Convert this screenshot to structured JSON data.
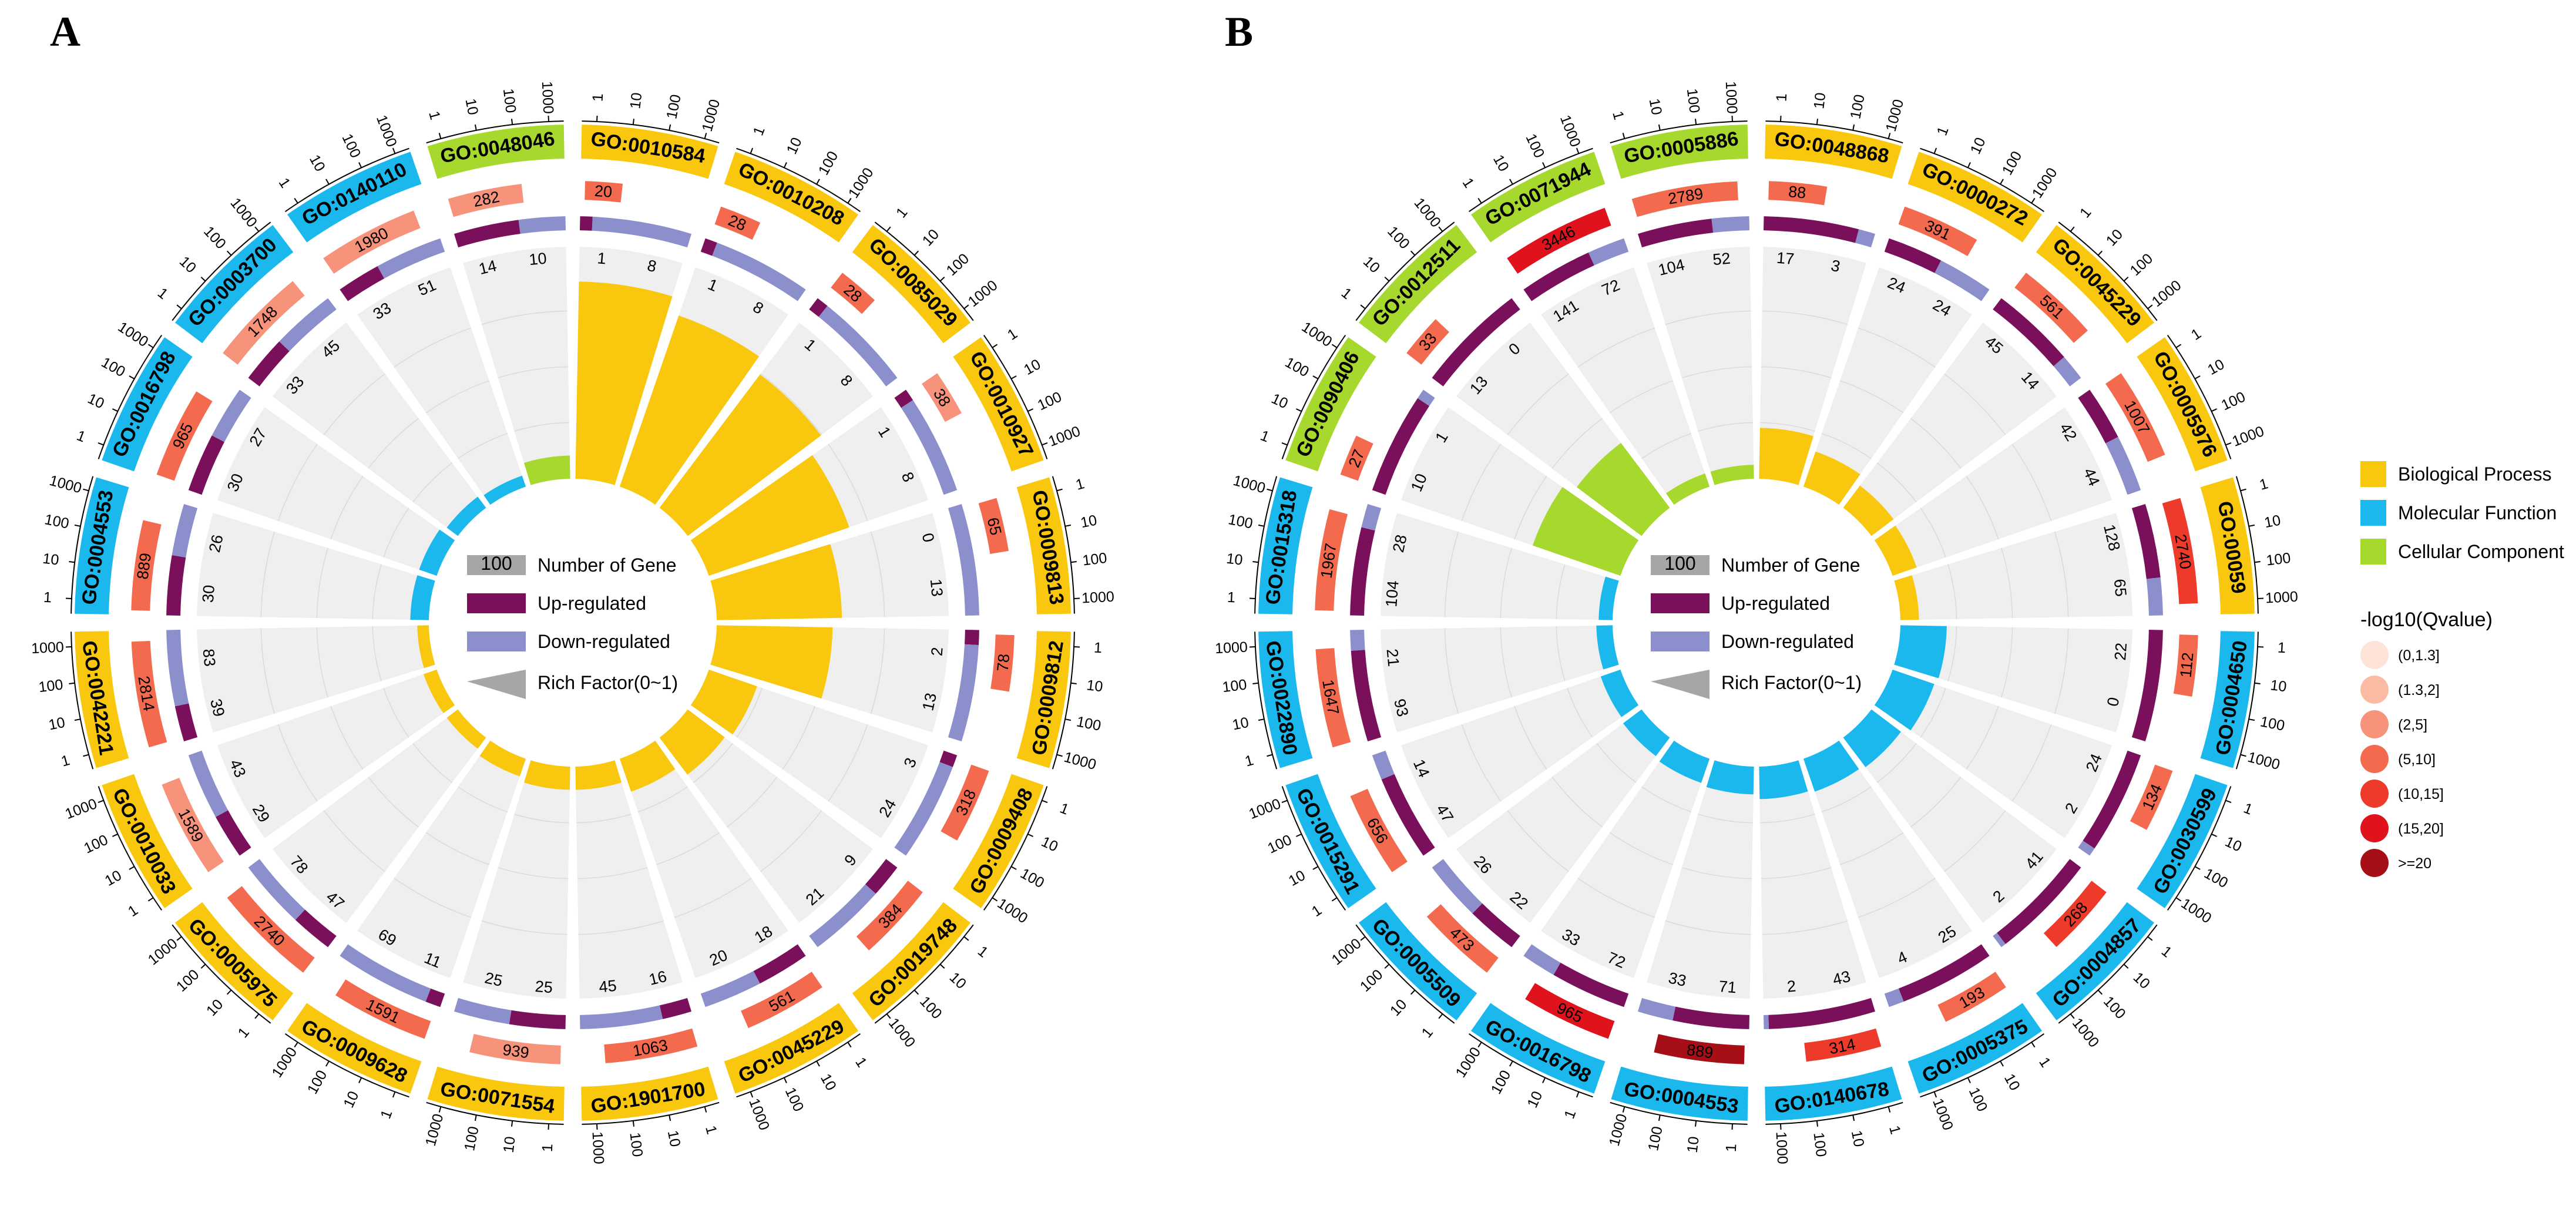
{
  "chart_data": [
    {
      "panel": "A",
      "type": "circular-bar",
      "legend_center": {
        "gene_box_value": "100",
        "items": [
          "Number of Gene",
          "Up-regulated",
          "Down-regulated",
          "Rich Factor(0~1)"
        ]
      },
      "categories": [
        {
          "term": "GO:0010584",
          "ontology": "Biological Process",
          "gene_number": "20",
          "qvalue_class": "(5,10]",
          "up": 1,
          "down": 8,
          "rich_factor": 0.85
        },
        {
          "term": "GO:0010208",
          "ontology": "Biological Process",
          "gene_number": "28",
          "qvalue_class": "(5,10]",
          "up": 1,
          "down": 8,
          "rich_factor": 0.78
        },
        {
          "term": "GO:0085029",
          "ontology": "Biological Process",
          "gene_number": "28",
          "qvalue_class": "(5,10]",
          "up": 1,
          "down": 8,
          "rich_factor": 0.72
        },
        {
          "term": "GO:0010927",
          "ontology": "Biological Process",
          "gene_number": "38",
          "qvalue_class": "(2,5]",
          "up": 1,
          "down": 8,
          "rich_factor": 0.64
        },
        {
          "term": "GO:0009813",
          "ontology": "Biological Process",
          "gene_number": "65",
          "qvalue_class": "(5,10]",
          "up": 0,
          "down": 13,
          "rich_factor": 0.54
        },
        {
          "term": "GO:0009812",
          "ontology": "Biological Process",
          "gene_number": "78",
          "qvalue_class": "(5,10]",
          "up": 2,
          "down": 13,
          "rich_factor": 0.5
        },
        {
          "term": "GO:0009408",
          "ontology": "Biological Process",
          "gene_number": "318",
          "qvalue_class": "(5,10]",
          "up": 3,
          "down": 24,
          "rich_factor": 0.22
        },
        {
          "term": "GO:0019748",
          "ontology": "Biological Process",
          "gene_number": "384",
          "qvalue_class": "(5,10]",
          "up": 9,
          "down": 21,
          "rich_factor": 0.2
        },
        {
          "term": "GO:0045229",
          "ontology": "Biological Process",
          "gene_number": "561",
          "qvalue_class": "(5,10]",
          "up": 18,
          "down": 20,
          "rich_factor": 0.15
        },
        {
          "term": "GO:1901700",
          "ontology": "Biological Process",
          "gene_number": "1063",
          "qvalue_class": "(5,10]",
          "up": 16,
          "down": 45,
          "rich_factor": 0.1
        },
        {
          "term": "GO:0071554",
          "ontology": "Biological Process",
          "gene_number": "939",
          "qvalue_class": "(2,5]",
          "up": 25,
          "down": 25,
          "rich_factor": 0.1
        },
        {
          "term": "GO:0009628",
          "ontology": "Biological Process",
          "gene_number": "1591",
          "qvalue_class": "(5,10]",
          "up": 11,
          "down": 69,
          "rich_factor": 0.08
        },
        {
          "term": "GO:0005975",
          "ontology": "Biological Process",
          "gene_number": "2740",
          "qvalue_class": "(5,10]",
          "up": 47,
          "down": 78,
          "rich_factor": 0.06
        },
        {
          "term": "GO:0010033",
          "ontology": "Biological Process",
          "gene_number": "1589",
          "qvalue_class": "(2,5]",
          "up": 29,
          "down": 43,
          "rich_factor": 0.06
        },
        {
          "term": "GO:0042221",
          "ontology": "Biological Process",
          "gene_number": "2814",
          "qvalue_class": "(5,10]",
          "up": 39,
          "down": 83,
          "rich_factor": 0.05
        },
        {
          "term": "GO:0004553",
          "ontology": "Molecular Function",
          "gene_number": "889",
          "qvalue_class": "(5,10]",
          "up": 30,
          "down": 26,
          "rich_factor": 0.08
        },
        {
          "term": "GO:0016798",
          "ontology": "Molecular Function",
          "gene_number": "965",
          "qvalue_class": "(5,10]",
          "up": 30,
          "down": 27,
          "rich_factor": 0.08
        },
        {
          "term": "GO:0003700",
          "ontology": "Molecular Function",
          "gene_number": "1748",
          "qvalue_class": "(2,5]",
          "up": 33,
          "down": 45,
          "rich_factor": 0.06
        },
        {
          "term": "GO:0140110",
          "ontology": "Molecular Function",
          "gene_number": "1980",
          "qvalue_class": "(2,5]",
          "up": 33,
          "down": 51,
          "rich_factor": 0.05
        },
        {
          "term": "GO:0048046",
          "ontology": "Cellular Component",
          "gene_number": "282",
          "qvalue_class": "(2,5]",
          "up": 14,
          "down": 10,
          "rich_factor": 0.1
        }
      ]
    },
    {
      "panel": "B",
      "type": "circular-bar",
      "legend_center": {
        "gene_box_value": "100",
        "items": [
          "Number of Gene",
          "Up-regulated",
          "Down-regulated",
          "Rich Factor(0~1)"
        ]
      },
      "categories": [
        {
          "term": "GO:0048868",
          "ontology": "Biological Process",
          "gene_number": "88",
          "qvalue_class": "(5,10]",
          "up": 17,
          "down": 3,
          "rich_factor": 0.22
        },
        {
          "term": "GO:0000272",
          "ontology": "Biological Process",
          "gene_number": "391",
          "qvalue_class": "(5,10]",
          "up": 24,
          "down": 24,
          "rich_factor": 0.16
        },
        {
          "term": "GO:0045229",
          "ontology": "Biological Process",
          "gene_number": "561",
          "qvalue_class": "(5,10]",
          "up": 45,
          "down": 14,
          "rich_factor": 0.12
        },
        {
          "term": "GO:0005976",
          "ontology": "Biological Process",
          "gene_number": "1007",
          "qvalue_class": "(5,10]",
          "up": 42,
          "down": 44,
          "rich_factor": 0.11
        },
        {
          "term": "GO:00059",
          "ontology": "Biological Process",
          "gene_number": "2740",
          "qvalue_class": "(10,15]",
          "up": 128,
          "down": 65,
          "rich_factor": 0.08
        },
        {
          "term": "GO:0004650",
          "ontology": "Molecular Function",
          "gene_number": "112",
          "qvalue_class": "(5,10]",
          "up": 22,
          "down": 0,
          "rich_factor": 0.2
        },
        {
          "term": "GO:0030599",
          "ontology": "Molecular Function",
          "gene_number": "134",
          "qvalue_class": "(5,10]",
          "up": 24,
          "down": 2,
          "rich_factor": 0.19
        },
        {
          "term": "GO:0004857",
          "ontology": "Molecular Function",
          "gene_number": "268",
          "qvalue_class": "(10,15]",
          "up": 41,
          "down": 2,
          "rich_factor": 0.16
        },
        {
          "term": "GO:0005375",
          "ontology": "Molecular Function",
          "gene_number": "193",
          "qvalue_class": "(5,10]",
          "up": 25,
          "down": 4,
          "rich_factor": 0.15
        },
        {
          "term": "GO:0140678",
          "ontology": "Molecular Function",
          "gene_number": "314",
          "qvalue_class": "(10,15]",
          "up": 43,
          "down": 2,
          "rich_factor": 0.14
        },
        {
          "term": "GO:0004553",
          "ontology": "Molecular Function",
          "gene_number": "889",
          "qvalue_class": ">=20",
          "up": 71,
          "down": 33,
          "rich_factor": 0.12
        },
        {
          "term": "GO:0016798",
          "ontology": "Molecular Function",
          "gene_number": "965",
          "qvalue_class": "(15,20]",
          "up": 72,
          "down": 33,
          "rich_factor": 0.11
        },
        {
          "term": "GO:0005509",
          "ontology": "Molecular Function",
          "gene_number": "473",
          "qvalue_class": "(5,10]",
          "up": 22,
          "down": 26,
          "rich_factor": 0.1
        },
        {
          "term": "GO:0015291",
          "ontology": "Molecular Function",
          "gene_number": "656",
          "qvalue_class": "(5,10]",
          "up": 47,
          "down": 14,
          "rich_factor": 0.09
        },
        {
          "term": "GO:0022890",
          "ontology": "Molecular Function",
          "gene_number": "1647",
          "qvalue_class": "(5,10]",
          "up": 93,
          "down": 21,
          "rich_factor": 0.07
        },
        {
          "term": "GO:0015318",
          "ontology": "Molecular Function",
          "gene_number": "1967",
          "qvalue_class": "(5,10]",
          "up": 104,
          "down": 28,
          "rich_factor": 0.06
        },
        {
          "term": "GO:0090406",
          "ontology": "Cellular Component",
          "gene_number": "27",
          "qvalue_class": "(5,10]",
          "up": 10,
          "down": 1,
          "rich_factor": 0.4
        },
        {
          "term": "GO:0012511",
          "ontology": "Cellular Component",
          "gene_number": "33",
          "qvalue_class": "(5,10]",
          "up": 13,
          "down": 0,
          "rich_factor": 0.35
        },
        {
          "term": "GO:0071944",
          "ontology": "Cellular Component",
          "gene_number": "3446",
          "qvalue_class": "(15,20]",
          "up": 141,
          "down": 72,
          "rich_factor": 0.06
        },
        {
          "term": "GO:0005886",
          "ontology": "Cellular Component",
          "gene_number": "2789",
          "qvalue_class": "(5,10]",
          "up": 104,
          "down": 52,
          "rich_factor": 0.06
        }
      ]
    }
  ],
  "scale_ticks": [
    "1",
    "10",
    "100",
    "1000"
  ],
  "panels": {
    "a_letter": "A",
    "b_letter": "B"
  },
  "legend": {
    "ontology": [
      {
        "label": "Biological Process",
        "color": "#F9C80E"
      },
      {
        "label": "Molecular Function",
        "color": "#1BB8EE"
      },
      {
        "label": "Cellular Component",
        "color": "#A6D82E"
      }
    ],
    "qvalue_title": "-log10(Qvalue)",
    "qvalue_classes": [
      {
        "label": "(0,1.3]",
        "color": "#FDE3D8"
      },
      {
        "label": "(1.3,2]",
        "color": "#FBBBA3"
      },
      {
        "label": "(2,5]",
        "color": "#F7937A"
      },
      {
        "label": "(5,10]",
        "color": "#F36A4E"
      },
      {
        "label": "(10,15]",
        "color": "#EE3A2A"
      },
      {
        "label": "(15,20]",
        "color": "#E0121C"
      },
      {
        "label": ">=20",
        "color": "#A50F15"
      }
    ]
  },
  "colors": {
    "up": "#7A0F5C",
    "down": "#8B8FCB",
    "gene_box": "#A6A6A6",
    "track_bg": "#EFEFEF",
    "rich_grey": "#A6A6A6"
  }
}
